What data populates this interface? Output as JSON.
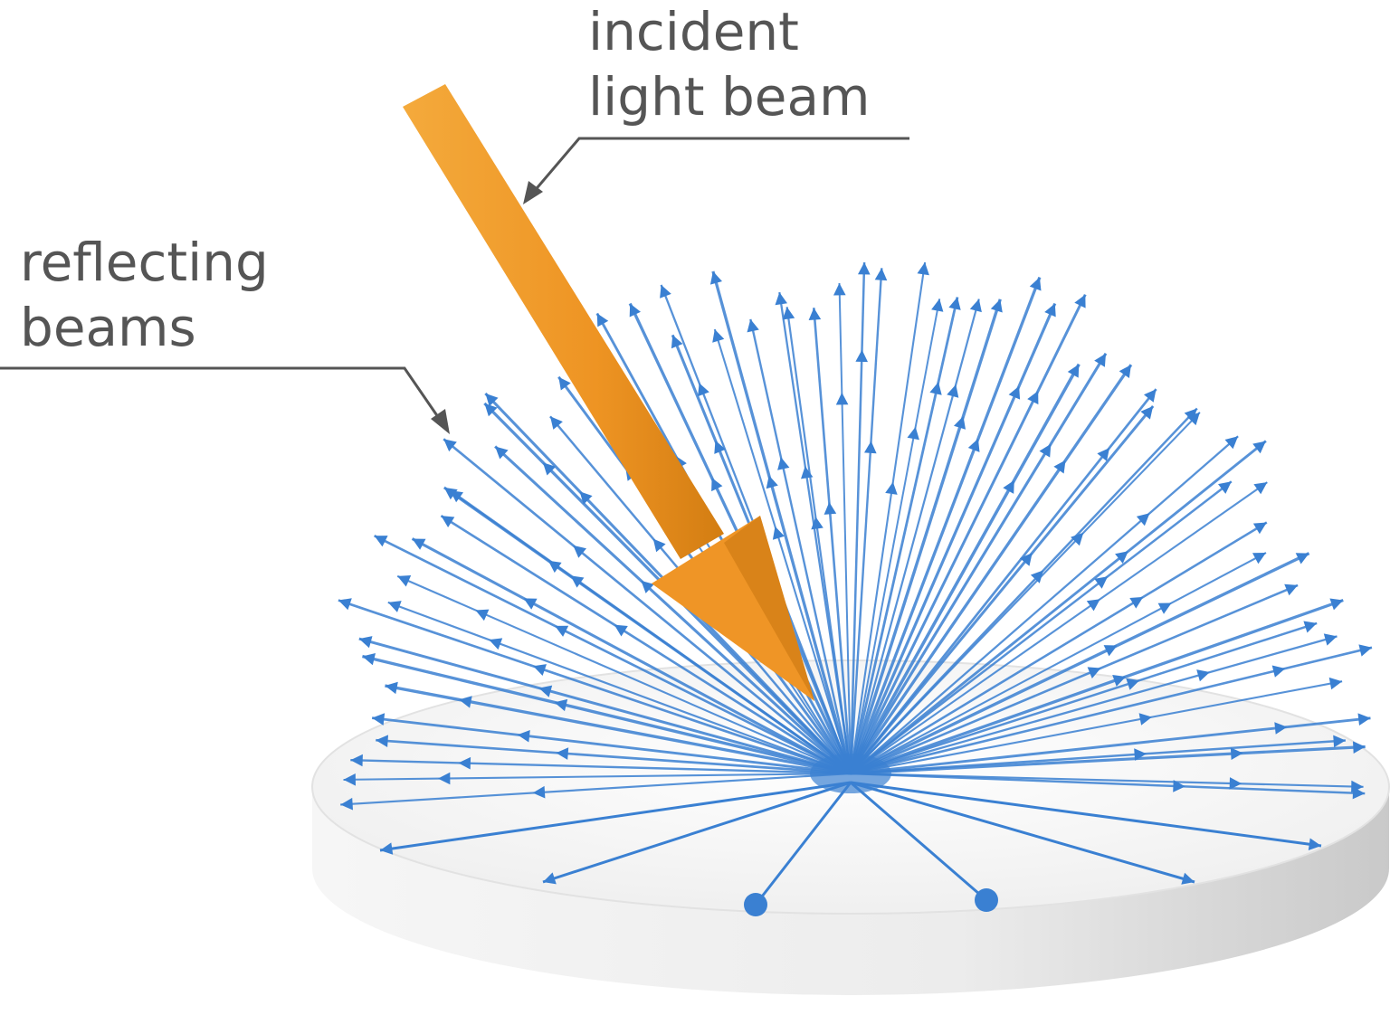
{
  "labels": {
    "incident_line1": "incident",
    "incident_line2": "light beam",
    "reflecting_line1": "reflecting",
    "reflecting_line2": "beams"
  },
  "colors": {
    "incident_beam": "#f09a28",
    "incident_beam_shadow": "#c97a12",
    "reflected_beams": "#3a80d2",
    "surface_top": "#f3f3f3",
    "surface_side": "#d9d9d9",
    "label_text": "#555555"
  }
}
